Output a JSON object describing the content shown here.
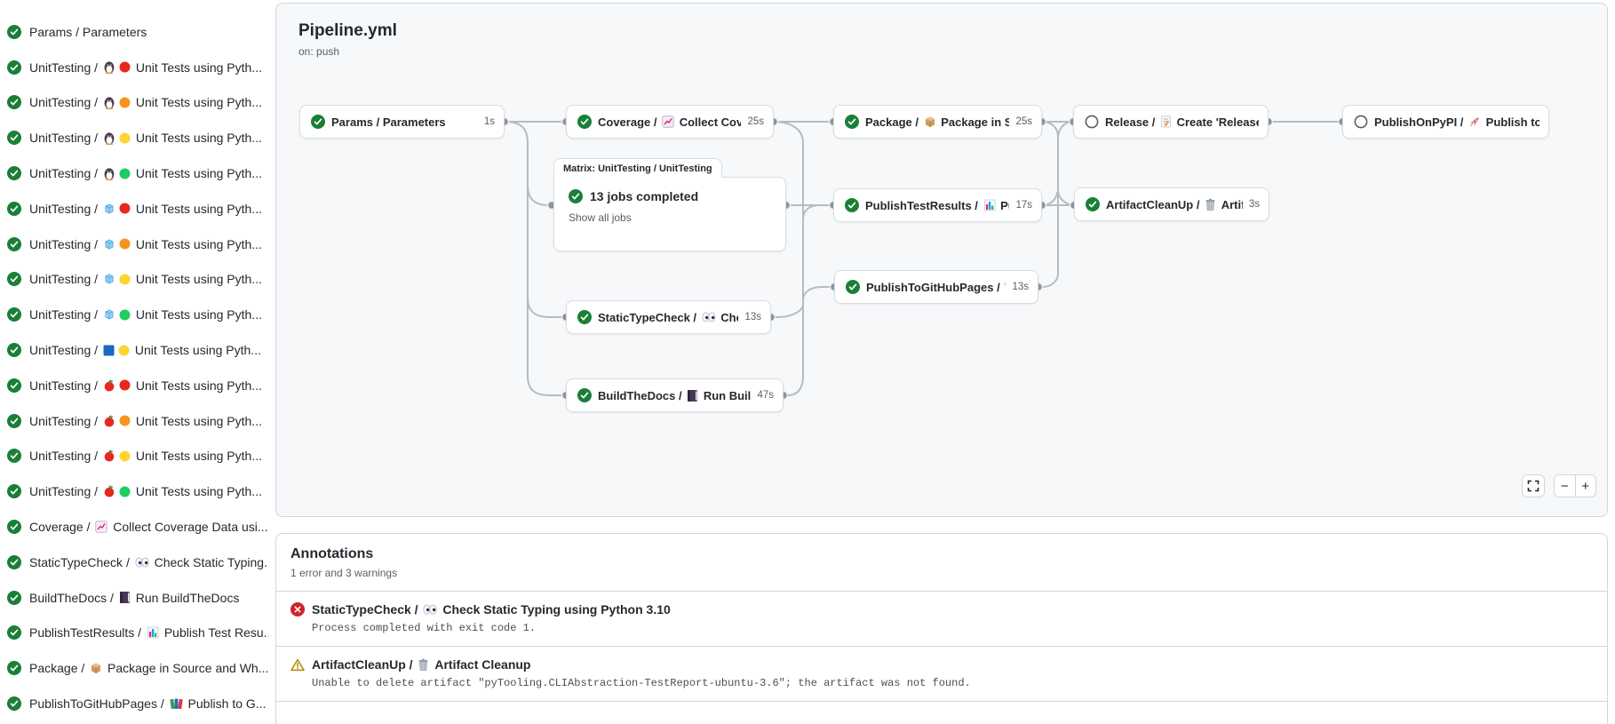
{
  "pipeline": {
    "title": "Pipeline.yml",
    "trigger": "on: push"
  },
  "sidebar": {
    "items": [
      {
        "job": "Params",
        "icons": [],
        "name": "Parameters",
        "status": "success"
      },
      {
        "job": "UnitTesting",
        "icons": [
          "penguin",
          "circle-red"
        ],
        "name": "Unit Tests using Pyth...",
        "status": "success"
      },
      {
        "job": "UnitTesting",
        "icons": [
          "penguin",
          "circle-orange"
        ],
        "name": "Unit Tests using Pyth...",
        "status": "success"
      },
      {
        "job": "UnitTesting",
        "icons": [
          "penguin",
          "circle-yellow"
        ],
        "name": "Unit Tests using Pyth...",
        "status": "success"
      },
      {
        "job": "UnitTesting",
        "icons": [
          "penguin",
          "circle-green"
        ],
        "name": "Unit Tests using Pyth...",
        "status": "success"
      },
      {
        "job": "UnitTesting",
        "icons": [
          "ice-cube",
          "circle-red"
        ],
        "name": "Unit Tests using Pyth...",
        "status": "success"
      },
      {
        "job": "UnitTesting",
        "icons": [
          "ice-cube",
          "circle-orange"
        ],
        "name": "Unit Tests using Pyth...",
        "status": "success"
      },
      {
        "job": "UnitTesting",
        "icons": [
          "ice-cube",
          "circle-yellow"
        ],
        "name": "Unit Tests using Pyth...",
        "status": "success"
      },
      {
        "job": "UnitTesting",
        "icons": [
          "ice-cube",
          "circle-green"
        ],
        "name": "Unit Tests using Pyth...",
        "status": "success"
      },
      {
        "job": "UnitTesting",
        "icons": [
          "blue-square",
          "circle-yellow"
        ],
        "name": "Unit Tests using Pyth...",
        "status": "success"
      },
      {
        "job": "UnitTesting",
        "icons": [
          "apple",
          "circle-red"
        ],
        "name": "Unit Tests using Pyth...",
        "status": "success"
      },
      {
        "job": "UnitTesting",
        "icons": [
          "apple",
          "circle-orange"
        ],
        "name": "Unit Tests using Pyth...",
        "status": "success"
      },
      {
        "job": "UnitTesting",
        "icons": [
          "apple",
          "circle-yellow"
        ],
        "name": "Unit Tests using Pyth...",
        "status": "success"
      },
      {
        "job": "UnitTesting",
        "icons": [
          "apple",
          "circle-green"
        ],
        "name": "Unit Tests using Pyth...",
        "status": "success"
      },
      {
        "job": "Coverage",
        "icons": [
          "chart-increasing"
        ],
        "name": "Collect Coverage Data usi...",
        "status": "success"
      },
      {
        "job": "StaticTypeCheck",
        "icons": [
          "eyes"
        ],
        "name": "Check Static Typing...",
        "status": "success"
      },
      {
        "job": "BuildTheDocs",
        "icons": [
          "notebook"
        ],
        "name": "Run BuildTheDocs",
        "status": "success"
      },
      {
        "job": "PublishTestResults",
        "icons": [
          "bar-chart"
        ],
        "name": "Publish Test Resu...",
        "status": "success"
      },
      {
        "job": "Package",
        "icons": [
          "package"
        ],
        "name": "Package in Source and Wh...",
        "status": "success"
      },
      {
        "job": "PublishToGitHubPages",
        "icons": [
          "books"
        ],
        "name": "Publish to G...",
        "status": "success"
      }
    ]
  },
  "graph": {
    "nodes": [
      {
        "id": "params",
        "job": "Params",
        "icons": [],
        "name": "Parameters",
        "time": "1s",
        "status": "success"
      },
      {
        "id": "coverage",
        "job": "Coverage",
        "icons": [
          "chart-increasing"
        ],
        "name": "Collect Cove...",
        "time": "25s",
        "status": "success"
      },
      {
        "id": "statictypecheck",
        "job": "StaticTypeCheck",
        "icons": [
          "eyes"
        ],
        "name": "Chec...",
        "time": "13s",
        "status": "success"
      },
      {
        "id": "buildthedocs",
        "job": "BuildTheDocs",
        "icons": [
          "notebook"
        ],
        "name": "Run Buil...",
        "time": "47s",
        "status": "success"
      },
      {
        "id": "package",
        "job": "Package",
        "icons": [
          "package"
        ],
        "name": "Package in So...",
        "time": "25s",
        "status": "success"
      },
      {
        "id": "publishtestresults",
        "job": "PublishTestResults",
        "icons": [
          "bar-chart"
        ],
        "name": "Pu...",
        "time": "17s",
        "status": "success"
      },
      {
        "id": "publishtogithubpages",
        "job": "PublishToGitHubPages",
        "icons": [
          "books"
        ],
        "name": "...",
        "time": "13s",
        "status": "success"
      },
      {
        "id": "release",
        "job": "Release",
        "icons": [
          "memo"
        ],
        "name": "Create 'Release P...",
        "time": "",
        "status": "skipped"
      },
      {
        "id": "artifactcleanup",
        "job": "ArtifactCleanUp",
        "icons": [
          "wastebasket"
        ],
        "name": "Artifac...",
        "time": "3s",
        "status": "success"
      },
      {
        "id": "publishonpypi",
        "job": "PublishOnPyPI",
        "icons": [
          "rocket"
        ],
        "name": "Publish to ...",
        "time": "",
        "status": "skipped"
      }
    ],
    "matrix": {
      "tab": "Matrix: UnitTesting / UnitTesting",
      "summary": "13 jobs completed",
      "link": "Show all jobs",
      "status": "success"
    }
  },
  "controls": {
    "zoom_out": "−",
    "zoom_in": "+"
  },
  "annotations": {
    "title": "Annotations",
    "summary": "1 error and 3 warnings",
    "items": [
      {
        "severity": "error",
        "job": "StaticTypeCheck",
        "icons": [
          "eyes"
        ],
        "name": "Check Static Typing using Python 3.10",
        "message": "Process completed with exit code 1."
      },
      {
        "severity": "warning",
        "job": "ArtifactCleanUp",
        "icons": [
          "wastebasket"
        ],
        "name": "Artifact Cleanup",
        "message": "Unable to delete artifact \"pyTooling.CLIAbstraction-TestReport-ubuntu-3.6\"; the artifact was not found."
      }
    ]
  },
  "colors": {
    "success_green": "#1a7f37",
    "error_red": "#d1242f",
    "warning_yellow": "#b08800",
    "edge_gray": "#b3bcc5",
    "card_bg": "#f6f8fa",
    "border": "#d0d7de",
    "text_primary": "#24292f",
    "text_muted": "#57606a"
  }
}
